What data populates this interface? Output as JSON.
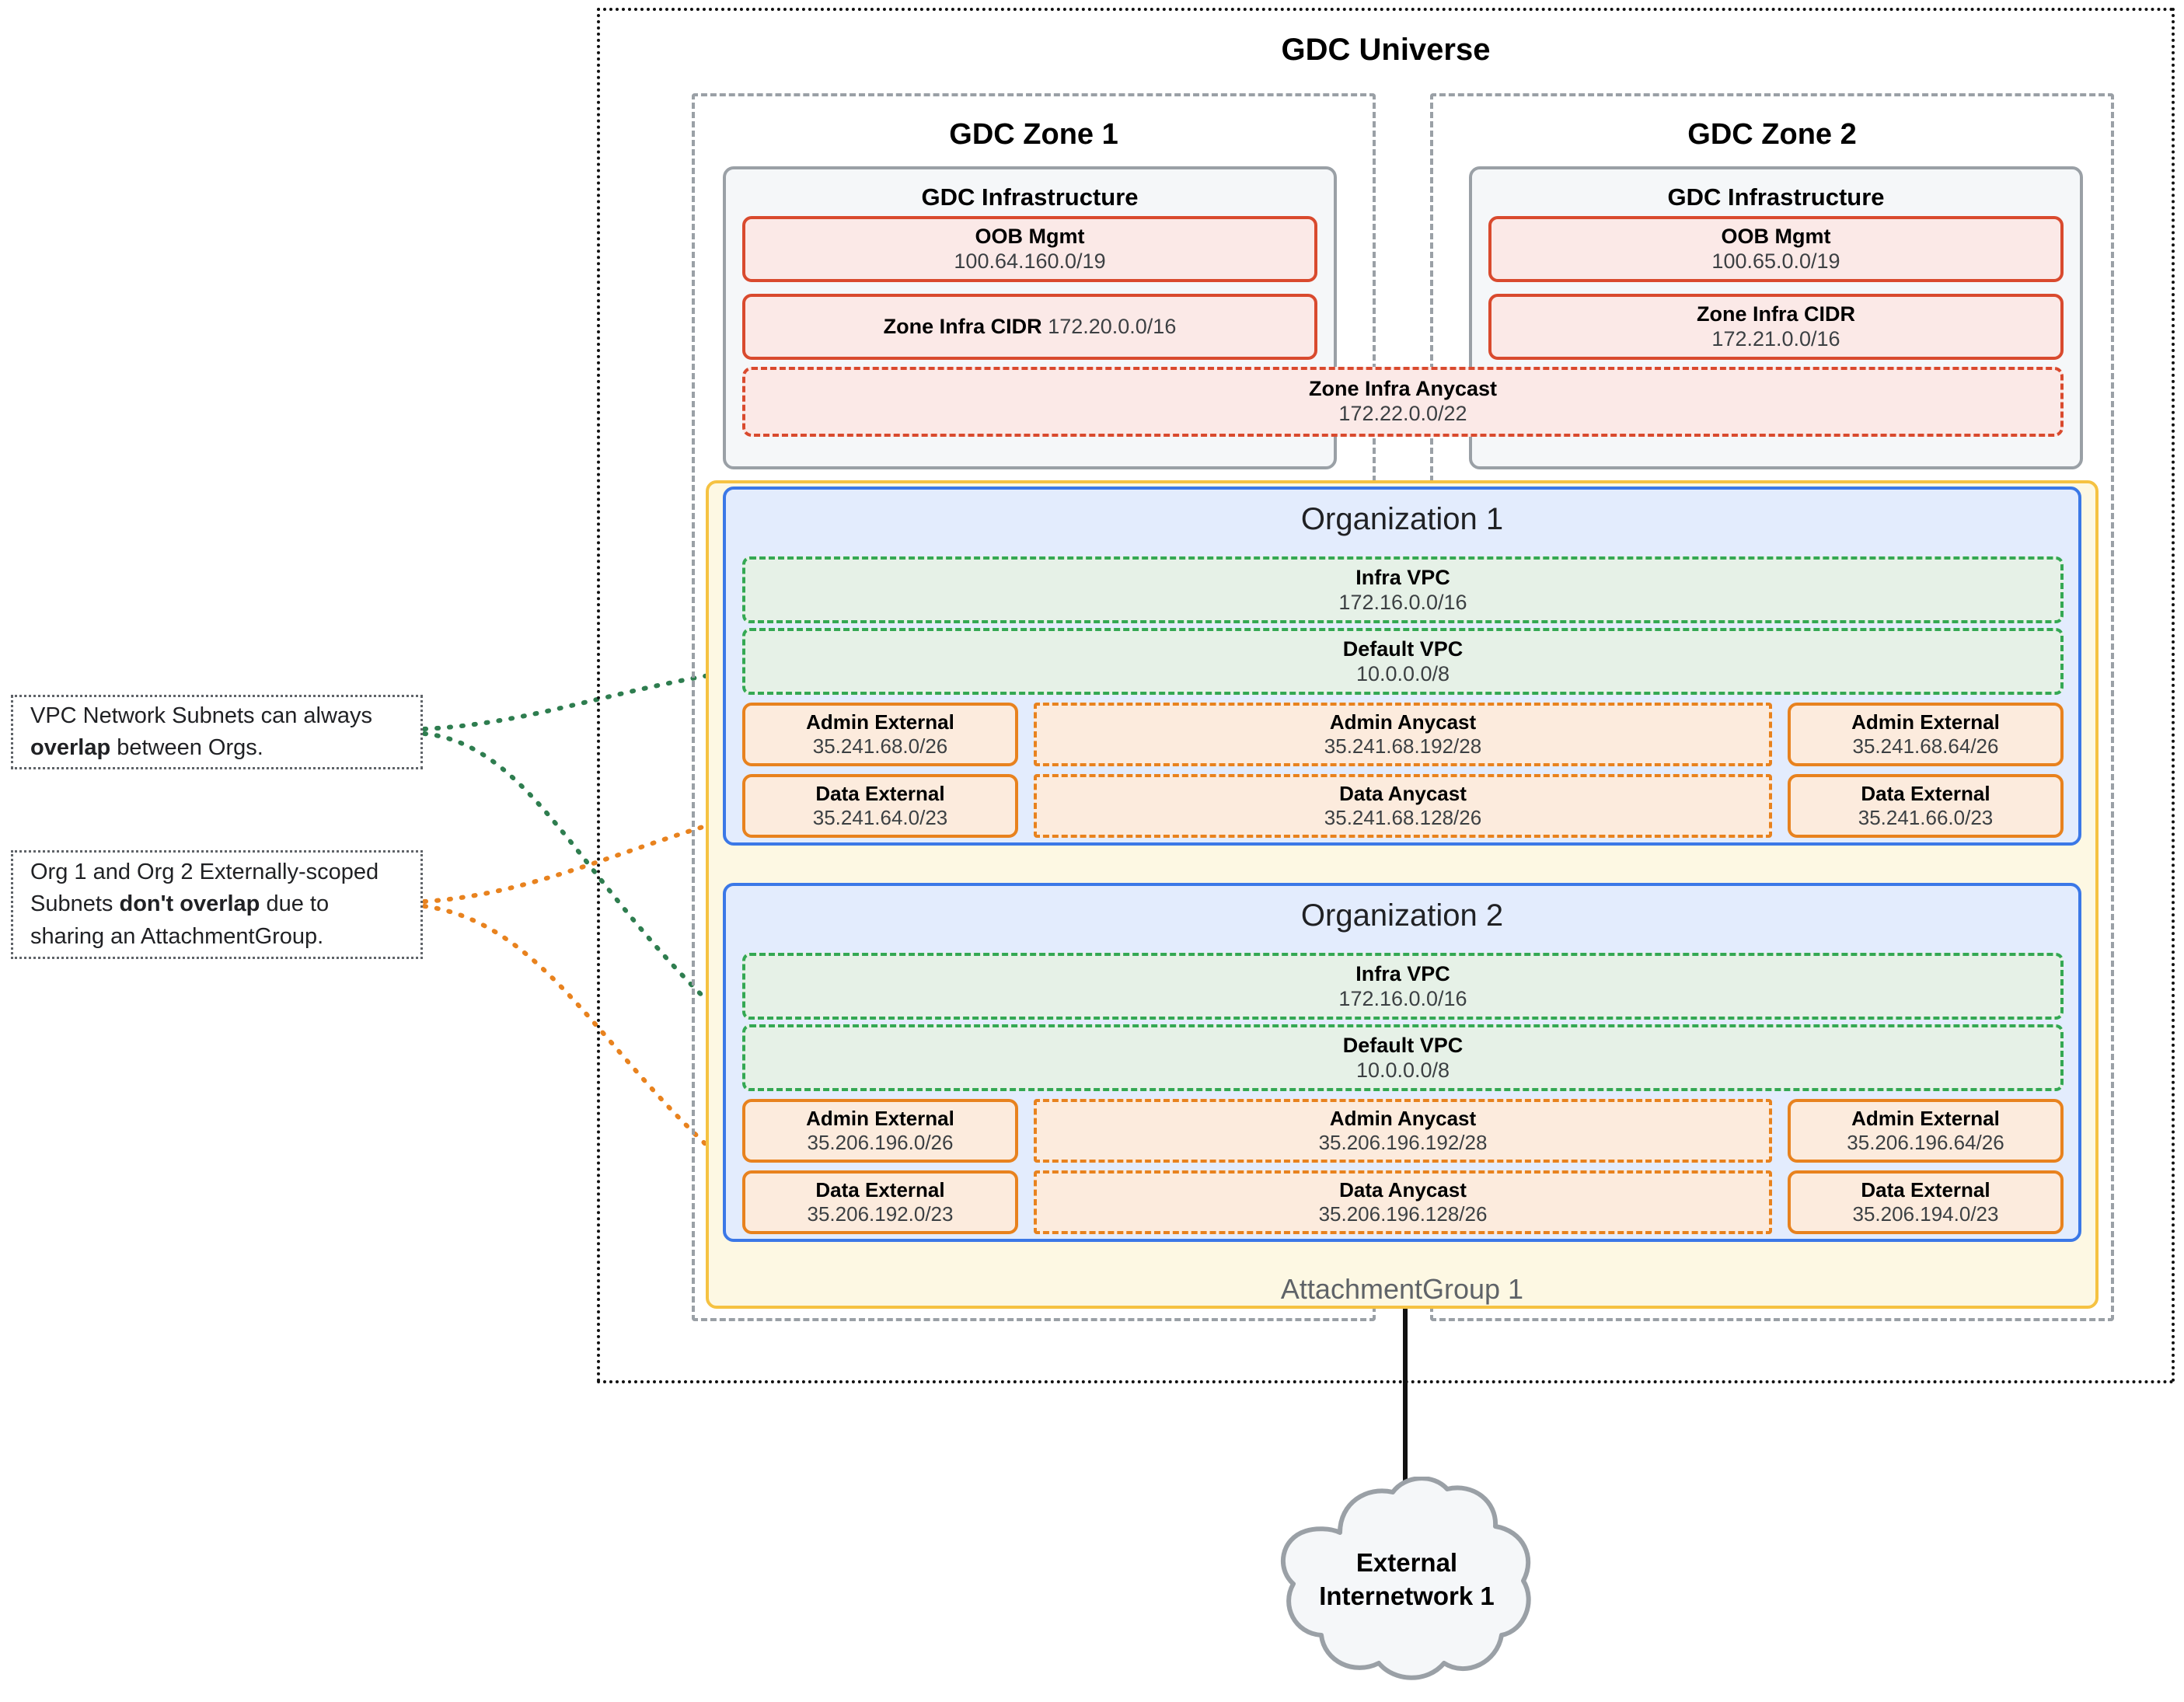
{
  "universe": {
    "title": "GDC Universe"
  },
  "zones": [
    {
      "title": "GDC Zone 1",
      "infra_title": "GDC Infrastructure",
      "oob": {
        "label": "OOB Mgmt",
        "cidr": "100.64.160.0/19"
      },
      "zone_infra_cidr": {
        "label": "Zone Infra CIDR",
        "cidr": "172.20.0.0/16"
      }
    },
    {
      "title": "GDC Zone 2",
      "infra_title": "GDC Infrastructure",
      "oob": {
        "label": "OOB Mgmt",
        "cidr": "100.65.0.0/19"
      },
      "zone_infra_cidr": {
        "label": "Zone Infra CIDR",
        "cidr": "172.21.0.0/16"
      }
    }
  ],
  "zone_infra_anycast": {
    "label": "Zone Infra Anycast",
    "cidr": "172.22.0.0/22"
  },
  "attachment_group": {
    "label": "AttachmentGroup 1"
  },
  "organizations": [
    {
      "title": "Organization 1",
      "vpcs": [
        {
          "label": "Infra VPC",
          "cidr": "172.16.0.0/16"
        },
        {
          "label": "Default VPC",
          "cidr": "10.0.0.0/8"
        }
      ],
      "subnets": {
        "admin_left": {
          "label": "Admin External",
          "cidr": "35.241.68.0/26"
        },
        "admin_center": {
          "label": "Admin Anycast",
          "cidr": "35.241.68.192/28"
        },
        "admin_right": {
          "label": "Admin External",
          "cidr": "35.241.68.64/26"
        },
        "data_left": {
          "label": "Data External",
          "cidr": "35.241.64.0/23"
        },
        "data_center": {
          "label": "Data Anycast",
          "cidr": "35.241.68.128/26"
        },
        "data_right": {
          "label": "Data External",
          "cidr": "35.241.66.0/23"
        }
      }
    },
    {
      "title": "Organization 2",
      "vpcs": [
        {
          "label": "Infra VPC",
          "cidr": "172.16.0.0/16"
        },
        {
          "label": "Default VPC",
          "cidr": "10.0.0.0/8"
        }
      ],
      "subnets": {
        "admin_left": {
          "label": "Admin External",
          "cidr": "35.206.196.0/26"
        },
        "admin_center": {
          "label": "Admin Anycast",
          "cidr": "35.206.196.192/28"
        },
        "admin_right": {
          "label": "Admin External",
          "cidr": "35.206.196.64/26"
        },
        "data_left": {
          "label": "Data External",
          "cidr": "35.206.192.0/23"
        },
        "data_center": {
          "label": "Data Anycast",
          "cidr": "35.206.196.128/26"
        },
        "data_right": {
          "label": "Data External",
          "cidr": "35.206.194.0/23"
        }
      }
    }
  ],
  "callouts": [
    {
      "parts": [
        "VPC Network Subnets can always ",
        "overlap",
        " between Orgs."
      ],
      "text": "VPC Network Subnets can always overlap between Orgs.",
      "connector_color": "#2e7d4f"
    },
    {
      "parts": [
        "Org 1 and Org 2 Externally-scoped Subnets ",
        "don't overlap",
        " due to sharing an AttachmentGroup."
      ],
      "text": "Org 1 and Org 2 Externally-scoped Subnets don't overlap due to sharing an AttachmentGroup.",
      "connector_color": "#e8821e"
    }
  ],
  "external_network": {
    "label_line1": "External",
    "label_line2": "Internetwork 1"
  },
  "colors": {
    "universe_border": "#111111",
    "zone_border": "#9aa0a6",
    "infra_border": "#9aa0a6",
    "infra_fill": "#f5f7f9",
    "red_border": "#d94a2e",
    "red_fill": "#fbe9e7",
    "attachment_border": "#f5c242",
    "attachment_fill": "#fdf8e3",
    "org_border": "#3b78e7",
    "org_fill": "#e3ecfd",
    "vpc_border": "#34a853",
    "vpc_fill": "#e6f1e7",
    "subnet_border": "#e8821e",
    "subnet_fill": "#fcebdd",
    "cloud_border": "#9aa0a6",
    "cloud_fill": "#f5f7f9"
  }
}
